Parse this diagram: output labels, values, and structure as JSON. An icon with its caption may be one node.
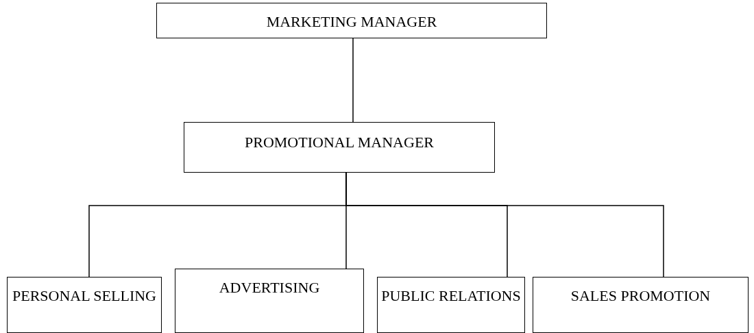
{
  "diagram": {
    "nodes": [
      {
        "text": [
          "MARKETING MANAGER"
        ]
      },
      {
        "text": [
          "PROMOTIONAL MANAGER"
        ]
      },
      {
        "text": [
          "PERSONAL SELLING"
        ]
      },
      {
        "text": [
          "ADVERTISING"
        ]
      },
      {
        "text": [
          "PUBLIC RELATIONS"
        ]
      },
      {
        "text": [
          "SALES PROMOTION"
        ]
      }
    ],
    "edges": [
      {
        "from": 0,
        "to": 1,
        "arrow": "none"
      },
      {
        "from": 1,
        "to": 2,
        "arrow": "none"
      },
      {
        "from": 1,
        "to": 3,
        "arrow": "none"
      },
      {
        "from": 1,
        "to": 4,
        "arrow": "none"
      },
      {
        "from": 1,
        "to": 5,
        "arrow": "none"
      }
    ]
  }
}
